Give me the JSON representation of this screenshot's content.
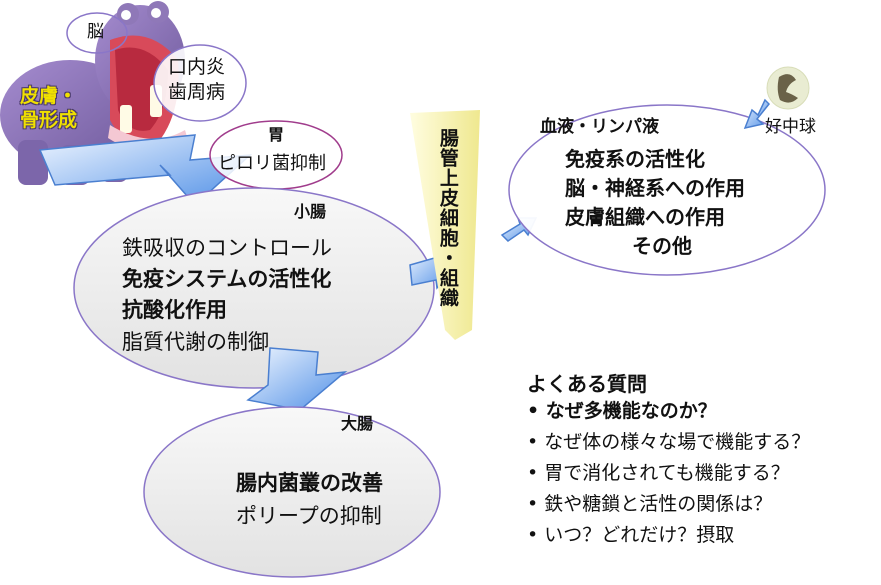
{
  "hippo": {
    "brain": "脳",
    "mouth": "口内炎\n歯周病",
    "skin_bone": "皮膚・\n骨形成"
  },
  "stomach": {
    "title": "胃",
    "item": "ピロリ菌抑制"
  },
  "small_intestine": {
    "title": "小腸",
    "items": [
      "鉄吸収のコントロール",
      "免疫システムの活性化",
      "抗酸化作用",
      "脂質代謝の制御"
    ]
  },
  "large_intestine": {
    "title": "大腸",
    "items": [
      "腸内菌叢の改善",
      "ポリープの抑制"
    ]
  },
  "epithelium": "腸管上皮細胞・組織",
  "blood": {
    "title": "血液・リンパ液",
    "items": [
      "免疫系の活性化",
      "脳・神経系への作用",
      "皮膚組織への作用",
      "その他"
    ]
  },
  "neutrophil": {
    "label": "好中球",
    "icon": "neutrophil-icon"
  },
  "faq": {
    "title": "よくある質問",
    "items": [
      "なぜ多機能なのか？",
      "なぜ体の様々な場で機能する？",
      "胃で消化されても機能する？",
      "鉄や糖鎖と活性の関係は？",
      "いつ？どれだけ？摂取"
    ]
  },
  "colors": {
    "arrow_fill": "#7fb0f0",
    "arrow_light": "#dbeaff",
    "ellipse_stroke": "#8a76c8",
    "ellipse_fill": "#eeeeee",
    "epithelium_fill": "#f6f3b0",
    "hippo_body": "#8f78b8",
    "skin_text": "#f0e000"
  }
}
